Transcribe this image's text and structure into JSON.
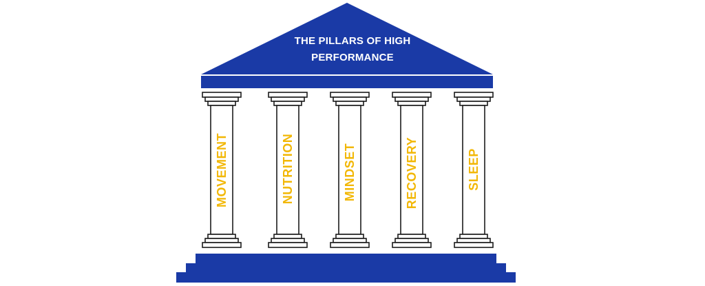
{
  "title": "THE PILLARS OF HIGH PERFORMANCE",
  "title_lines": [
    "THE PILLARS OF HIGH",
    "PERFORMANCE"
  ],
  "pillars": [
    {
      "label": "MOVEMENT"
    },
    {
      "label": "NUTRITION"
    },
    {
      "label": "MINDSET"
    },
    {
      "label": "RECOVERY"
    },
    {
      "label": "SLEEP"
    }
  ],
  "colors": {
    "temple_blue": "#1a3aa6",
    "label_yellow": "#f2b705",
    "pillar_stroke": "#1a1a1a",
    "background": "#ffffff"
  }
}
